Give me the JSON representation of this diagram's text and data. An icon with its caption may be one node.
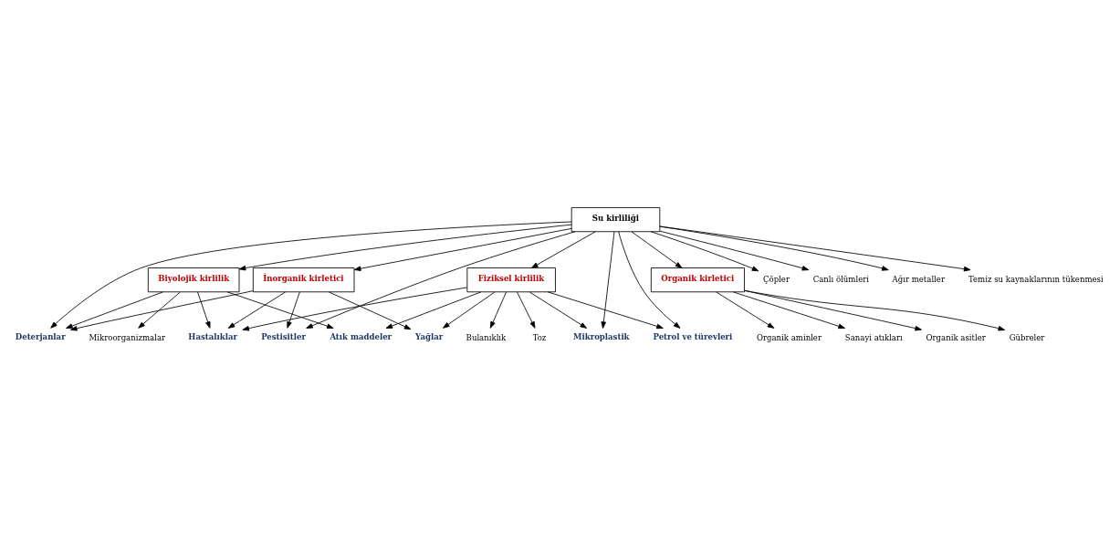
{
  "diagram": {
    "nodes": [
      {
        "text": [
          "Su kirliliği"
        ]
      },
      {
        "text": [
          "Fiziksel kirlilik"
        ]
      },
      {
        "text": [
          "Biyolojik kirlilik"
        ]
      },
      {
        "text": [
          "Organik kirletici"
        ]
      },
      {
        "text": [
          "İnorganik kirletici"
        ]
      },
      {
        "text": [
          "Atık maddeler"
        ]
      },
      {
        "text": [
          "Bulanıklık"
        ]
      },
      {
        "text": [
          "Toz"
        ]
      },
      {
        "text": [
          "Yağlar"
        ]
      },
      {
        "text": [
          "Mikroplastik"
        ]
      },
      {
        "text": [
          "Petrol ve türevleri"
        ]
      },
      {
        "text": [
          "Hastalıklar"
        ]
      },
      {
        "text": [
          "Deterjanlar"
        ]
      },
      {
        "text": [
          "Mikroorganizmalar"
        ]
      },
      {
        "text": [
          "Çöpler"
        ]
      },
      {
        "text": [
          "Canlı ölümleri"
        ]
      },
      {
        "text": [
          "Ağır metaller"
        ]
      },
      {
        "text": [
          "Pestisitler"
        ]
      },
      {
        "text": [
          "Temiz su kaynaklarının tükenmesi"
        ]
      },
      {
        "text": [
          "Organik asitler"
        ]
      },
      {
        "text": [
          "Gübreler"
        ]
      },
      {
        "text": [
          "Organik aminler"
        ]
      },
      {
        "text": [
          "Sanayi atıkları"
        ]
      }
    ],
    "edges": [
      {
        "from": 0,
        "to": 1,
        "arrow": "to"
      },
      {
        "from": 0,
        "to": 9,
        "arrow": "to"
      },
      {
        "from": 0,
        "to": 10,
        "arrow": "to"
      },
      {
        "from": 0,
        "to": 2,
        "arrow": "to"
      },
      {
        "from": 0,
        "to": 3,
        "arrow": "to"
      },
      {
        "from": 0,
        "to": 12,
        "arrow": "to"
      },
      {
        "from": 0,
        "to": 14,
        "arrow": "to"
      },
      {
        "from": 0,
        "to": 15,
        "arrow": "to"
      },
      {
        "from": 0,
        "to": 16,
        "arrow": "to"
      },
      {
        "from": 0,
        "to": 4,
        "arrow": "to"
      },
      {
        "from": 0,
        "to": 17,
        "arrow": "to"
      },
      {
        "from": 0,
        "to": 18,
        "arrow": "to"
      },
      {
        "from": 1,
        "to": 5,
        "arrow": "to"
      },
      {
        "from": 1,
        "to": 6,
        "arrow": "to"
      },
      {
        "from": 1,
        "to": 11,
        "arrow": "to"
      },
      {
        "from": 1,
        "to": 7,
        "arrow": "to"
      },
      {
        "from": 1,
        "to": 8,
        "arrow": "to"
      },
      {
        "from": 1,
        "to": 9,
        "arrow": "to"
      },
      {
        "from": 1,
        "to": 10,
        "arrow": "to"
      },
      {
        "from": 2,
        "to": 5,
        "arrow": "to"
      },
      {
        "from": 2,
        "to": 11,
        "arrow": "to"
      },
      {
        "from": 2,
        "to": 12,
        "arrow": "to"
      },
      {
        "from": 2,
        "to": 13,
        "arrow": "to"
      },
      {
        "from": 3,
        "to": 19,
        "arrow": "to"
      },
      {
        "from": 3,
        "to": 20,
        "arrow": "to"
      },
      {
        "from": 3,
        "to": 21,
        "arrow": "to"
      },
      {
        "from": 3,
        "to": 22,
        "arrow": "to"
      },
      {
        "from": 4,
        "to": 8,
        "arrow": "to"
      },
      {
        "from": 4,
        "to": 11,
        "arrow": "to"
      },
      {
        "from": 4,
        "to": 12,
        "arrow": "to"
      },
      {
        "from": 4,
        "to": 17,
        "arrow": "to"
      }
    ]
  }
}
